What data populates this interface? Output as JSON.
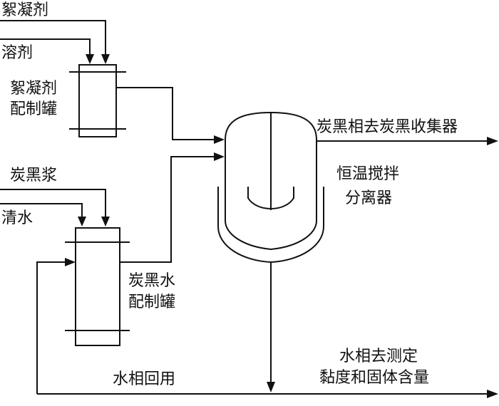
{
  "labels": {
    "flocculant_input": "絮凝剂",
    "solvent_input": "溶剂",
    "flocculant_tank_line1": "絮凝剂",
    "flocculant_tank_line2": "配制罐",
    "carbon_slurry_input": "炭黑浆",
    "clean_water_input": "清水",
    "carbon_water_tank_line1": "炭黑水",
    "carbon_water_tank_line2": "配制罐",
    "separator_line1": "恒温搅拌",
    "separator_line2": "分离器",
    "carbon_phase_output": "炭黑相去炭黑收集器",
    "water_phase_output_line1": "水相去测定",
    "water_phase_output_line2": "黏度和固体含量",
    "water_recycle": "水相回用"
  }
}
